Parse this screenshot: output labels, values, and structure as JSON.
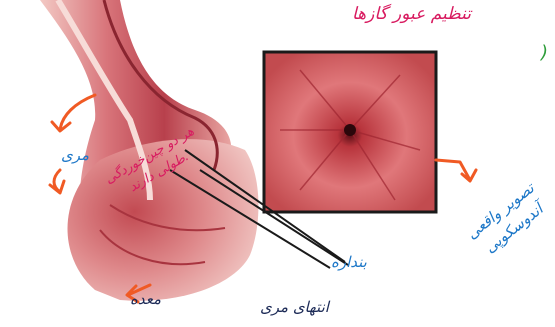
{
  "labels": {
    "title": "تنظیم عبور گازها",
    "paren": ")",
    "esophagus": "مری",
    "folds_line1": "هر دو چین‌خوردگی",
    "folds_line2": "طولی دارند.",
    "stomach": "معده",
    "sphincter": "بنداره",
    "esophagus_end": "انتهای مری",
    "endoscopy_line1": "تصویر واقعی",
    "endoscopy_line2": "آندوسکوپی"
  },
  "colors": {
    "annotation_pink": "#d81b60",
    "annotation_orange": "#f05a24",
    "annotation_blue": "#1e78c8",
    "annotation_navy": "#1d2b57",
    "accent_green": "#2e9d3a",
    "tissue_dark": "#b03a44",
    "tissue_light": "#f1b7b6",
    "frame": "#1a1a1a"
  }
}
